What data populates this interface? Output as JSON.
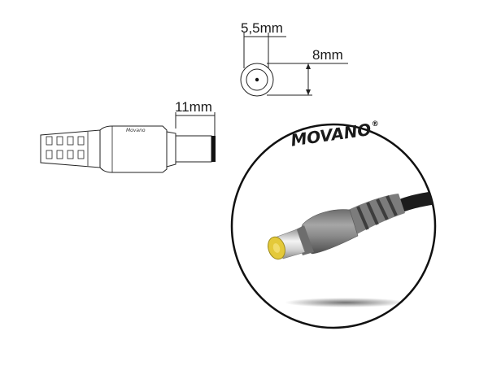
{
  "dimensions": {
    "inner_diameter": "5,5mm",
    "outer_diameter": "8mm",
    "tip_length": "11mm"
  },
  "brand": {
    "name": "Movano",
    "logo_text": "MOVANO",
    "registered_mark": "®",
    "small_label": "Movano"
  },
  "colors": {
    "plug_body": "#8a8a8a",
    "plug_body_dark": "#5f5f5f",
    "cable": "#1c1c1c",
    "metal_sleeve": "#d9d9d9",
    "tip_insert": "#e4c93a",
    "circle_outline": "#111111"
  }
}
